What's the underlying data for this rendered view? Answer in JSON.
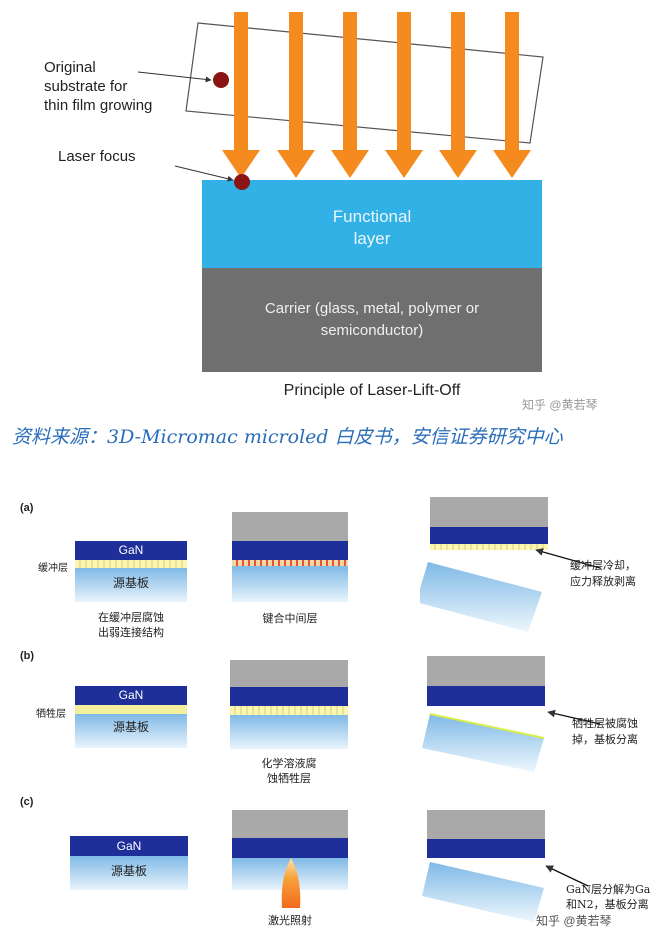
{
  "top": {
    "label_substrate": "Original\nsubstrate for\nthin film growing",
    "label_focus": "Laser focus",
    "functional": "Functional\nlayer",
    "carrier": "Carrier (glass, metal, polymer or\nsemiconductor)",
    "caption": "Principle of Laser-Lift-Off",
    "watermark": "知乎 @黄若琴",
    "colors": {
      "laser": "#f58a1f",
      "functional": "#31b1e5",
      "carrier": "#6f6f6f",
      "focus_dot": "#8b1414"
    }
  },
  "source": "资料来源：3D-Micromac microled 白皮书，安信证券研究中心",
  "panels": {
    "a": {
      "tag": "(a)",
      "gan": "GaN",
      "side": "缓冲层",
      "substrate": "源基板",
      "cap1": "在缓冲层腐蚀\n出弱连接结构",
      "cap2": "键合中间层",
      "cap3": "缓冲层冷却，\n应力释放剥离"
    },
    "b": {
      "tag": "(b)",
      "gan": "GaN",
      "side": "牺牲层",
      "substrate": "源基板",
      "cap2": "化学溶液腐\n蚀牺牲层",
      "cap3": "牺牲层被腐蚀\n掉，基板分离"
    },
    "c": {
      "tag": "(c)",
      "gan": "GaN",
      "substrate": "源基板",
      "cap2": "激光照射",
      "cap3": "GaN层分解为Ga\n和N2，基板分离"
    }
  },
  "bottom_watermark": "知乎 @黄若琴"
}
